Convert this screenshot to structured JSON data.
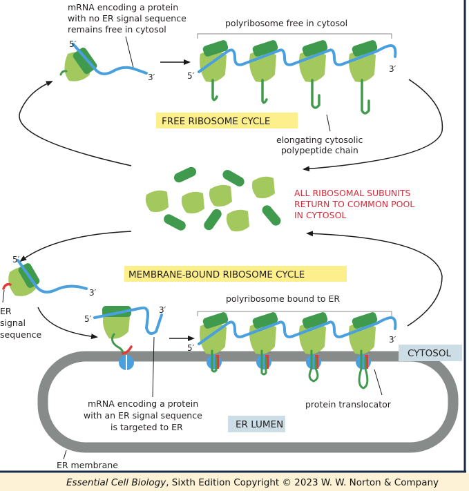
{
  "colors": {
    "ribosome_large": "#a3c85e",
    "ribosome_small": "#3f9a4e",
    "mrna": "#4aa0dc",
    "polypeptide": "#3f9a4e",
    "signal_sequence": "#e03a3a",
    "membrane": "#878b8a",
    "translocator": "#4aa0dc",
    "highlight_label_bg": "#fdf08c",
    "region_label_bg": "#cddde6",
    "red_text": "#d62b3a",
    "frame_border": "#1a2a44",
    "footer_bg": "#fdf1d6"
  },
  "labels": {
    "mrna_free": [
      "mRNA encoding a protein",
      "with no ER signal sequence",
      "remains free in cytosol"
    ],
    "polyribosome_free": "polyribosome free in cytosol",
    "free_cycle": "FREE RIBOSOME CYCLE",
    "elongating_chain": [
      "elongating cytosolic",
      "polypeptide chain"
    ],
    "common_pool": [
      "ALL RIBOSOMAL SUBUNITS",
      "RETURN TO COMMON POOL",
      "IN CYTOSOL"
    ],
    "membrane_cycle": "MEMBRANE-BOUND RIBOSOME CYCLE",
    "er_signal": [
      "ER",
      "signal",
      "sequence"
    ],
    "polyribosome_er": "polyribosome bound to ER",
    "cytosol": "CYTOSOL",
    "mrna_er": [
      "mRNA encoding a protein",
      "with an ER signal sequence",
      "is targeted to ER"
    ],
    "protein_translocator": "protein translocator",
    "er_lumen": "ER LUMEN",
    "er_membrane": "ER membrane",
    "five_prime": "5′",
    "three_prime": "3′"
  },
  "footer": {
    "book_title": "Essential Cell Biology",
    "rest": ", Sixth Edition Copyright © 2023 W. W. Norton & Company"
  }
}
